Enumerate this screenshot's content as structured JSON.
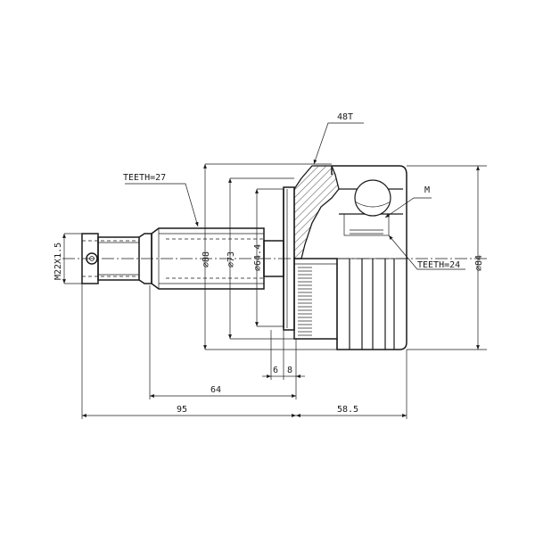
{
  "labels": {
    "thread": "M22X1.5",
    "outer_teeth": "TEETH=27",
    "abs_teeth": "48T",
    "ball_marker": "M",
    "inner_teeth": "TEETH=24",
    "dia_88": "⌀88",
    "dia_73": "⌀73",
    "dia_64_4": "⌀64.4",
    "dia_84": "⌀84",
    "dim_6": "6",
    "dim_8": "8",
    "dim_64": "64",
    "dim_95": "95",
    "dim_58_5": "58.5"
  }
}
